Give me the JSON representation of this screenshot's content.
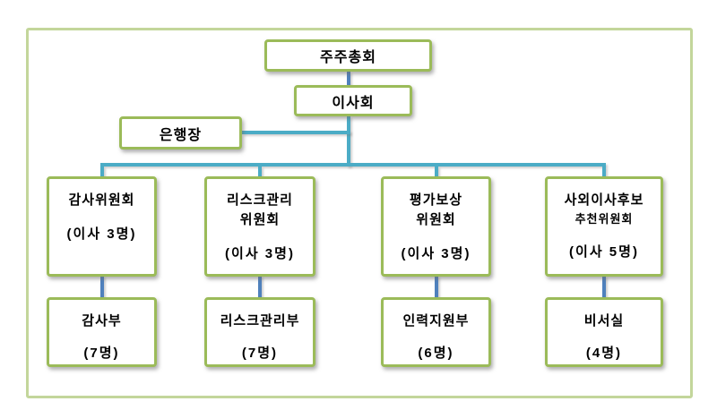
{
  "org": {
    "shareholders_meeting": {
      "label": "주주총회"
    },
    "board": {
      "label": "이사회"
    },
    "president": {
      "label": "은행장"
    },
    "committees": [
      {
        "title_line1": "감사위원회",
        "title_line2": "",
        "members": "(이사 3명)"
      },
      {
        "title_line1": "리스크관리",
        "title_line2": "위원회",
        "members": "(이사 3명)"
      },
      {
        "title_line1": "평가보상",
        "title_line2": "위원회",
        "members": "(이사 3명)"
      },
      {
        "title_line1": "사외이사후보",
        "title_line2": "추천위원회",
        "members": "(이사 5명)"
      }
    ],
    "departments": [
      {
        "name": "감사부",
        "headcount": "(7명)"
      },
      {
        "name": "리스크관리부",
        "headcount": "(7명)"
      },
      {
        "name": "인력지원부",
        "headcount": "(6명)"
      },
      {
        "name": "비서실",
        "headcount": "(4명)"
      }
    ],
    "colors": {
      "box_border": "#9bbb59",
      "frame_border": "#c3d69b",
      "connector_teal": "#4bacc6",
      "connector_blue": "#4f81bd",
      "text": "#000000",
      "background": "#ffffff"
    }
  }
}
